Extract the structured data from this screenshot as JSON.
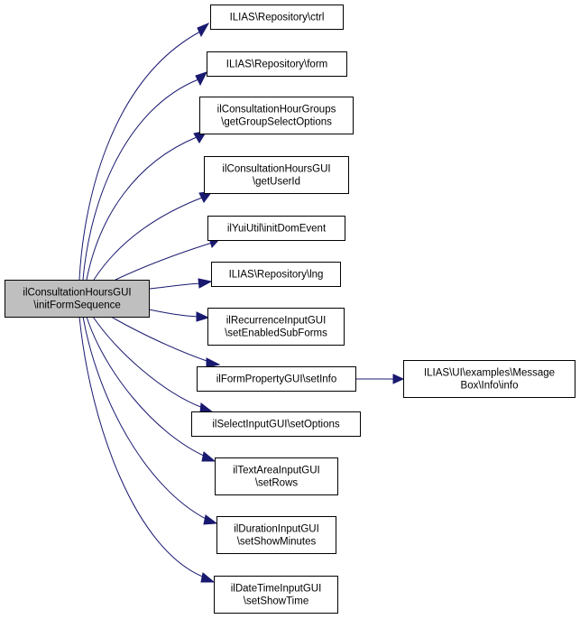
{
  "diagram": {
    "type": "call-graph",
    "colors": {
      "root_fill": "#bfbfbf",
      "node_fill": "#ffffff",
      "border": "#000000",
      "edge": "#191970"
    },
    "root": {
      "id": "root",
      "lines": [
        "ilConsultationHoursGUI",
        "\\initFormSequence"
      ]
    },
    "nodes": [
      {
        "id": "n1",
        "lines": [
          "ILIAS\\Repository\\ctrl"
        ]
      },
      {
        "id": "n2",
        "lines": [
          "ILIAS\\Repository\\form"
        ]
      },
      {
        "id": "n3",
        "lines": [
          "ilConsultationHourGroups",
          "\\getGroupSelectOptions"
        ]
      },
      {
        "id": "n4",
        "lines": [
          "ilConsultationHoursGUI",
          "\\getUserId"
        ]
      },
      {
        "id": "n5",
        "lines": [
          "ilYuiUtil\\initDomEvent"
        ]
      },
      {
        "id": "n6",
        "lines": [
          "ILIAS\\Repository\\lng"
        ]
      },
      {
        "id": "n7",
        "lines": [
          "ilRecurrenceInputGUI",
          "\\setEnabledSubForms"
        ]
      },
      {
        "id": "n8",
        "lines": [
          "ilFormPropertyGUI\\setInfo"
        ]
      },
      {
        "id": "n9",
        "lines": [
          "ilSelectInputGUI\\setOptions"
        ]
      },
      {
        "id": "n10",
        "lines": [
          "ilTextAreaInputGUI",
          "\\setRows"
        ]
      },
      {
        "id": "n11",
        "lines": [
          "ilDurationInputGUI",
          "\\setShowMinutes"
        ]
      },
      {
        "id": "n12",
        "lines": [
          "ilDateTimeInputGUI",
          "\\setShowTime"
        ]
      },
      {
        "id": "n13",
        "lines": [
          "ILIAS\\UI\\examples\\Message",
          "Box\\Info\\info"
        ]
      }
    ],
    "edges": [
      {
        "from": "root",
        "to": "n1"
      },
      {
        "from": "root",
        "to": "n2"
      },
      {
        "from": "root",
        "to": "n3"
      },
      {
        "from": "root",
        "to": "n4"
      },
      {
        "from": "root",
        "to": "n5"
      },
      {
        "from": "root",
        "to": "n6"
      },
      {
        "from": "root",
        "to": "n7"
      },
      {
        "from": "root",
        "to": "n8"
      },
      {
        "from": "root",
        "to": "n9"
      },
      {
        "from": "root",
        "to": "n10"
      },
      {
        "from": "root",
        "to": "n11"
      },
      {
        "from": "root",
        "to": "n12"
      },
      {
        "from": "n8",
        "to": "n13"
      }
    ]
  }
}
